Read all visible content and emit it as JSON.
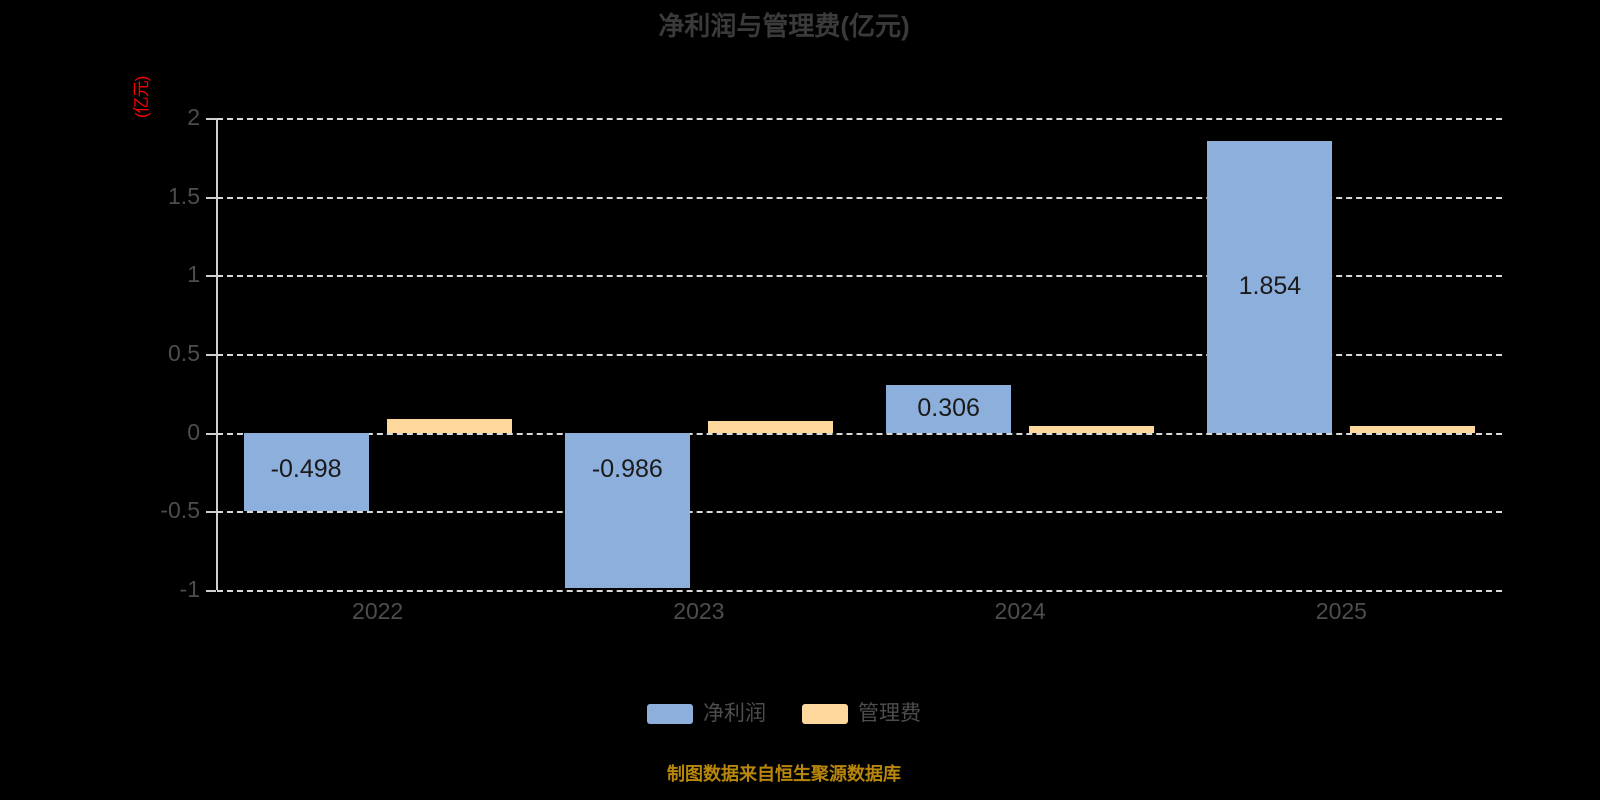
{
  "chart_data": {
    "type": "bar",
    "title": "净利润与管理费(亿元)",
    "xlabel": "",
    "ylabel": "(亿元)",
    "categories": [
      "2022",
      "2023",
      "2024",
      "2025"
    ],
    "series": [
      {
        "name": "净利润",
        "color": "#8cafdc",
        "values": [
          -0.498,
          -0.986,
          0.306,
          1.854
        ],
        "labels": [
          "-0.498",
          "-0.986",
          "0.306",
          "1.854"
        ]
      },
      {
        "name": "管理费",
        "color": "#fdd79c",
        "values": [
          0.09,
          0.075,
          0.04,
          0.04
        ],
        "labels": [
          "",
          "",
          "",
          ""
        ]
      }
    ],
    "ylim": [
      -1,
      2
    ],
    "yticks": [
      2,
      1.5,
      1,
      0.5,
      0,
      -0.5,
      -1
    ],
    "ytick_labels": [
      "2",
      "1.5",
      "1",
      "0.5",
      "0",
      "-0.5",
      "-1"
    ],
    "grid": true,
    "grid_style": "dashed",
    "legend_position": "bottom",
    "background": "#000000"
  },
  "axis": {
    "unit_label": "(亿元)",
    "unit_color": "#ff0000"
  },
  "legend": {
    "items": [
      {
        "label": "净利润",
        "color": "#8cafdc"
      },
      {
        "label": "管理费",
        "color": "#fdd79c"
      }
    ]
  },
  "footer": {
    "note": "制图数据来自恒生聚源数据库",
    "color": "#b8860b"
  }
}
